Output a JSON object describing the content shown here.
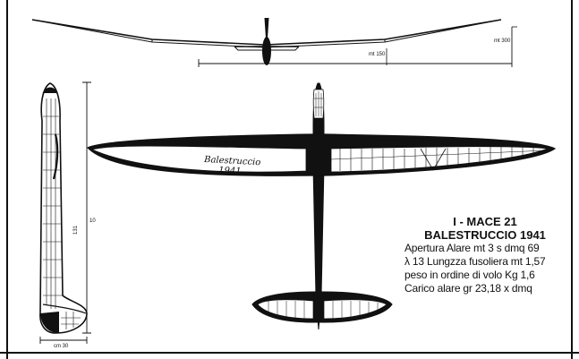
{
  "drawing": {
    "wing_script_line1": "Balestruccio",
    "wing_script_line2": "1941",
    "front_view_dims": {
      "dim_a": "mt 300",
      "dim_b": "mt 150"
    },
    "side_view_dims": {
      "height_mark": "10",
      "length_mark": "131",
      "bottom_mark": "cm 30"
    }
  },
  "spec": {
    "code": "I - MACE 21",
    "name": "BALESTRUCCIO 1941",
    "lines": [
      "Apertura Alare mt 3 s dmq 69",
      "λ 13 Lungzza fusoliera mt 1,57",
      "peso in ordine di volo Kg 1,6",
      "Carico alare gr 23,18 x dmq"
    ]
  }
}
